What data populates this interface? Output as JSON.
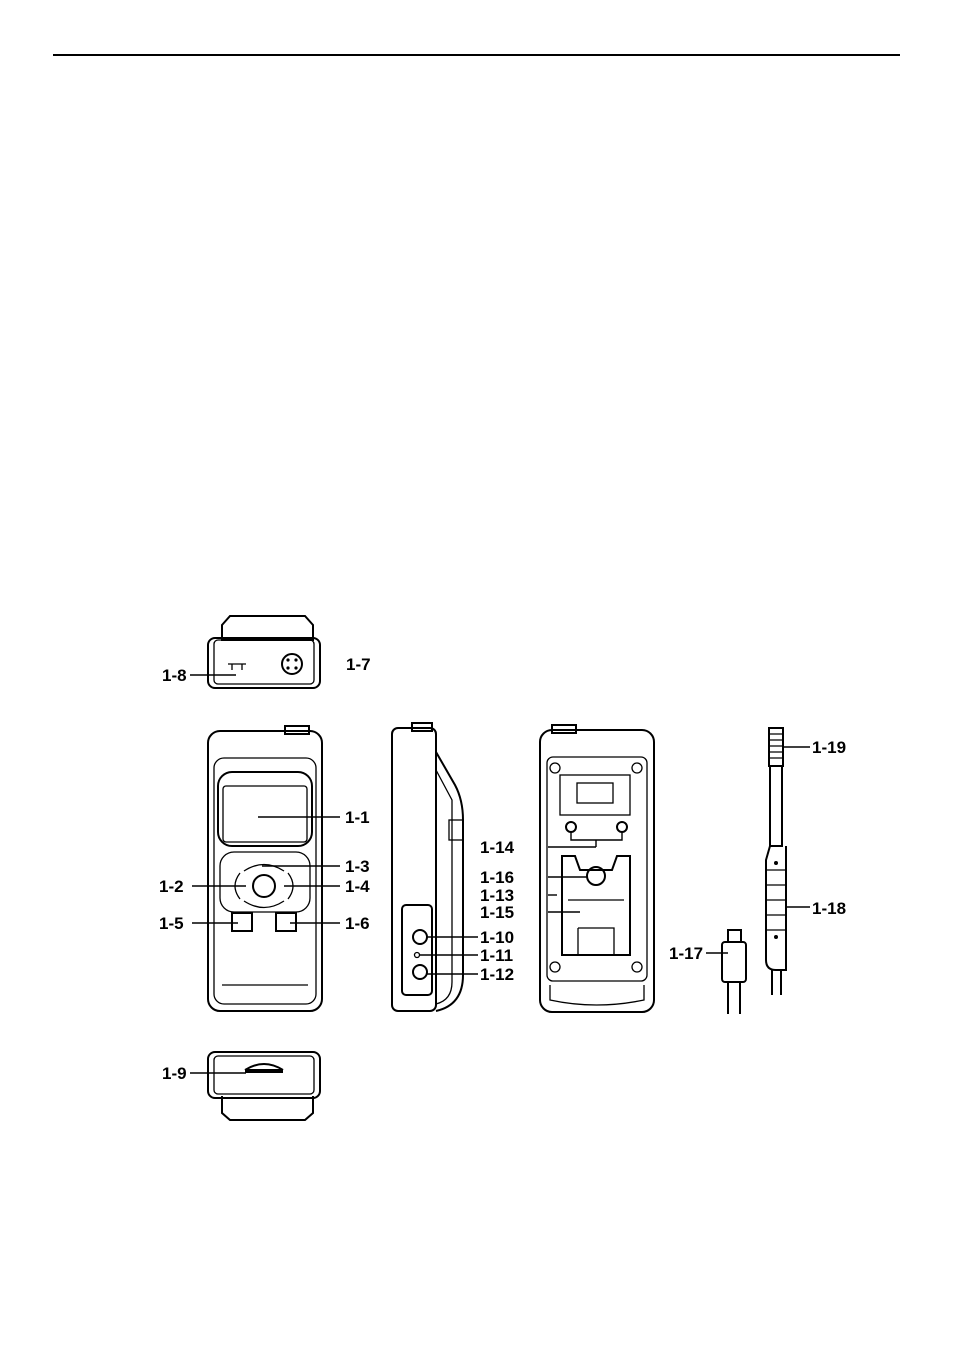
{
  "callouts": {
    "c1_1": "1-1",
    "c1_2": "1-2",
    "c1_3": "1-3",
    "c1_4": "1-4",
    "c1_5": "1-5",
    "c1_6": "1-6",
    "c1_7": "1-7",
    "c1_8": "1-8",
    "c1_9": "1-9",
    "c1_10": "1-10",
    "c1_11": "1-11",
    "c1_12": "1-12",
    "c1_13": "1-13",
    "c1_14": "1-14",
    "c1_15": "1-15",
    "c1_16": "1-16",
    "c1_17": "1-17",
    "c1_18": "1-18",
    "c1_19": "1-19"
  }
}
